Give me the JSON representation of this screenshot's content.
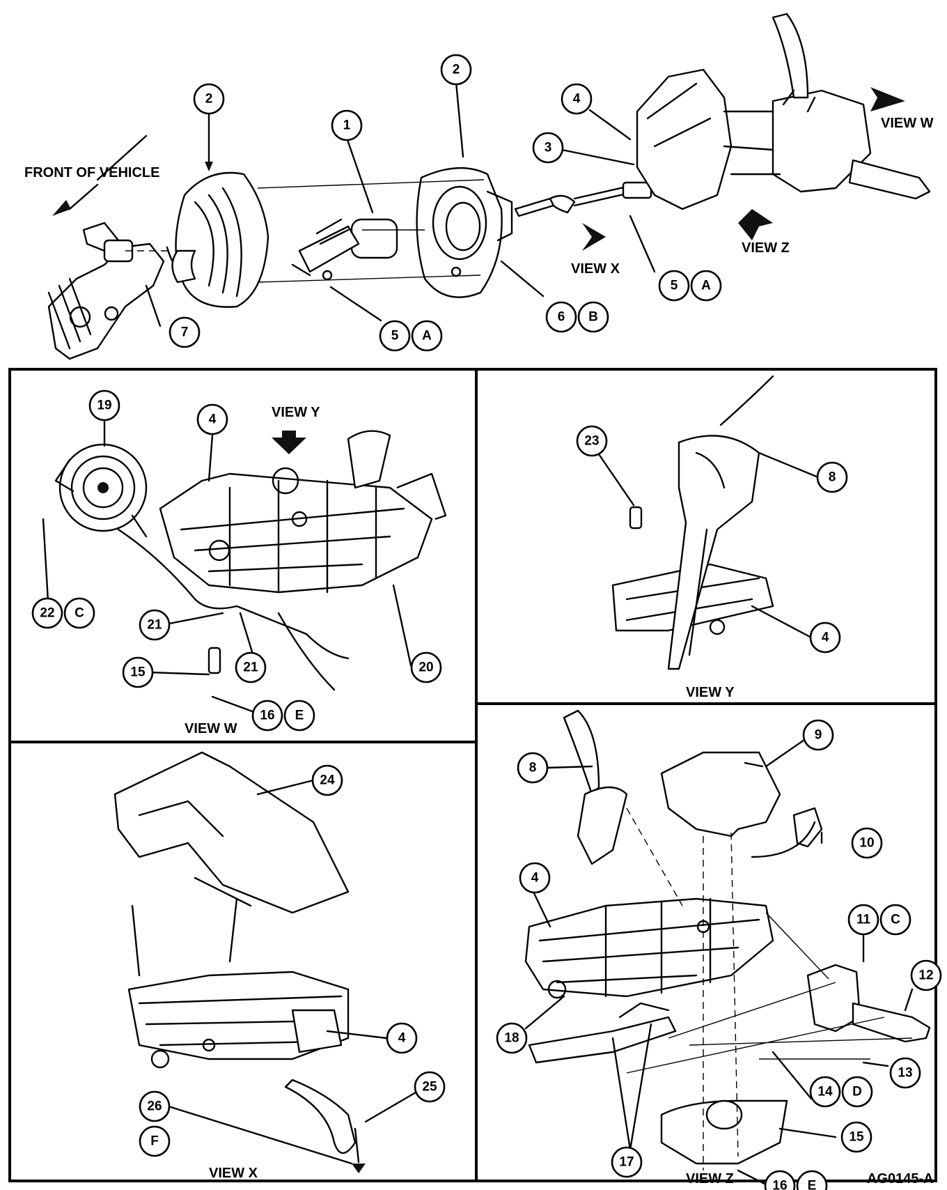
{
  "figure_id": "AG0145-A",
  "overview": {
    "front_label": "FRONT OF VEHICLE",
    "view_refs": [
      "VIEW W",
      "VIEW X",
      "VIEW Z"
    ]
  },
  "panels": {
    "view_w": {
      "caption": "VIEW W",
      "view_ref": "VIEW Y"
    },
    "view_y": {
      "caption": "VIEW Y"
    },
    "view_x": {
      "caption": "VIEW X"
    },
    "view_z": {
      "caption": "VIEW Z"
    }
  },
  "callouts": {
    "overview": [
      {
        "n": "2"
      },
      {
        "n": "1"
      },
      {
        "n": "2"
      },
      {
        "n": "4"
      },
      {
        "n": "3"
      },
      {
        "n": "5",
        "ref": "A"
      },
      {
        "n": "6",
        "ref": "B"
      },
      {
        "n": "7"
      },
      {
        "n": "5",
        "ref": "A"
      }
    ],
    "view_w": [
      {
        "n": "19"
      },
      {
        "n": "4"
      },
      {
        "n": "22",
        "ref": "C"
      },
      {
        "n": "21"
      },
      {
        "n": "21"
      },
      {
        "n": "15"
      },
      {
        "n": "16",
        "ref": "E"
      },
      {
        "n": "20"
      }
    ],
    "view_y": [
      {
        "n": "23"
      },
      {
        "n": "8"
      },
      {
        "n": "4"
      }
    ],
    "view_x": [
      {
        "n": "24"
      },
      {
        "n": "4"
      },
      {
        "n": "25"
      },
      {
        "n": "26",
        "ref": "F"
      }
    ],
    "view_z": [
      {
        "n": "8"
      },
      {
        "n": "9"
      },
      {
        "n": "10"
      },
      {
        "n": "4"
      },
      {
        "n": "11",
        "ref": "C"
      },
      {
        "n": "12"
      },
      {
        "n": "18"
      },
      {
        "n": "13"
      },
      {
        "n": "14",
        "ref": "D"
      },
      {
        "n": "15"
      },
      {
        "n": "17"
      },
      {
        "n": "16",
        "ref": "E"
      }
    ]
  }
}
